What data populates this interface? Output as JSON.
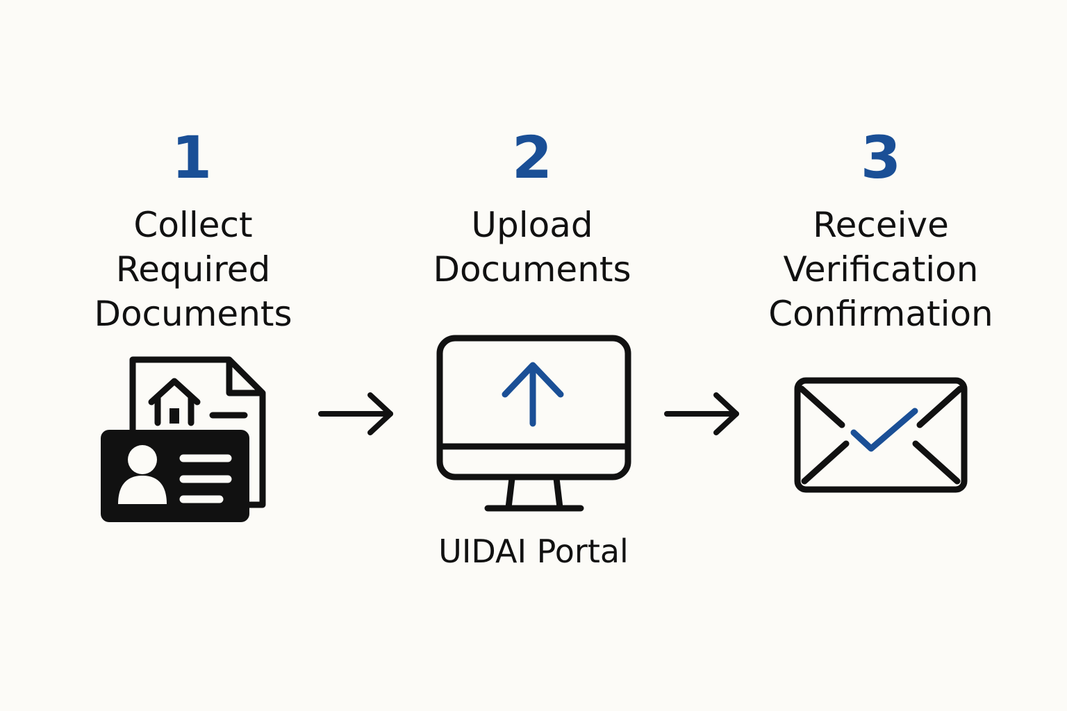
{
  "colors": {
    "background": "#fcfbf7",
    "accent": "#1a4f96",
    "ink": "#111111"
  },
  "steps": [
    {
      "number": "1",
      "title_lines": [
        "Collect",
        "Required",
        "Documents"
      ],
      "icon": "id-card-and-document-icon"
    },
    {
      "number": "2",
      "title_lines": [
        "Upload",
        "Documents"
      ],
      "icon": "monitor-upload-icon",
      "caption": "UIDAI Portal"
    },
    {
      "number": "3",
      "title_lines": [
        "Receive",
        "Verification",
        "Confirmation"
      ],
      "icon": "envelope-check-icon"
    }
  ],
  "connectors": [
    "right-arrow-icon",
    "right-arrow-icon"
  ]
}
